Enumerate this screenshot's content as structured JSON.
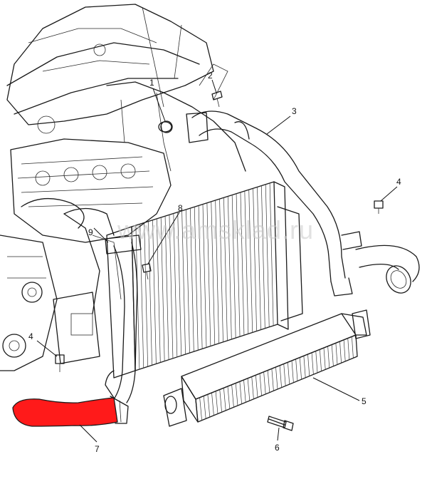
{
  "watermark": "www.amsklad.ru",
  "callouts": [
    "1",
    "2",
    "3",
    "4",
    "4",
    "5",
    "6",
    "7",
    "8",
    "9"
  ],
  "colors": {
    "highlight_hose": "#ff1a1a",
    "line": "#1a1a1a",
    "background": "#ffffff"
  }
}
